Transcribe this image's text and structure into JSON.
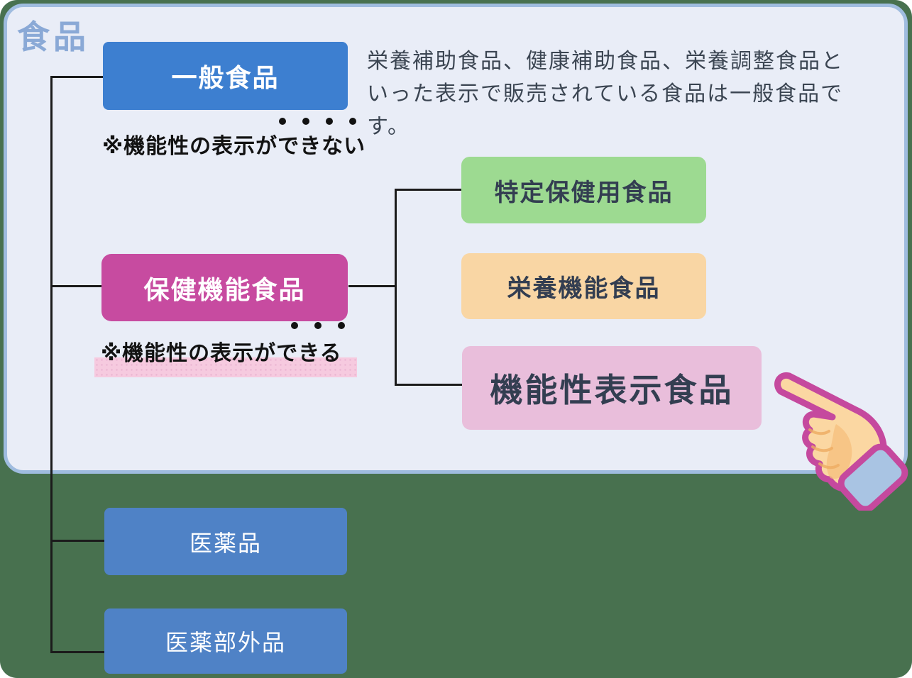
{
  "title": "食品",
  "nodes": {
    "general_food": {
      "label": "一般食品",
      "color": "#3d7fd0"
    },
    "health_function_food": {
      "label": "保健機能食品",
      "color": "#c74ba0"
    },
    "food_for_specified_health_uses": {
      "label": "特定保健用食品",
      "color": "#9dda91"
    },
    "food_with_nutrient_function": {
      "label": "栄養機能食品",
      "color": "#f9d6a4"
    },
    "food_with_function_claims": {
      "label": "機能性表示食品",
      "color": "#e9bedb"
    },
    "pharmaceuticals": {
      "label": "医薬品",
      "color": "#4f82c6"
    },
    "quasi_drugs": {
      "label": "医薬部外品",
      "color": "#4f82c6"
    }
  },
  "description": {
    "line1": "栄養補助食品、健康補助食品、栄養調整食品と",
    "line2": "いった表示で販売されている食品は一般食品です。"
  },
  "notes": {
    "cannot": {
      "text": "※機能性の表示ができない",
      "emphasis_dots": 4
    },
    "can": {
      "text": "※機能性の表示ができる",
      "emphasis_dots": 3,
      "highlight_color": "#f6cadf"
    }
  },
  "icons": {
    "pointing_hand": "👈"
  },
  "colors": {
    "backdrop_green": "#48714f",
    "panel_fill": "#e9edf7",
    "panel_border": "#9fbcdf",
    "title_blue": "#8aa9d6",
    "connector_line": "#1b1b1b",
    "dark_text": "#333e51",
    "hand_outline": "#c5499e",
    "hand_skin": "#fbd7a2",
    "hand_cuff": "#a9c4e3"
  }
}
